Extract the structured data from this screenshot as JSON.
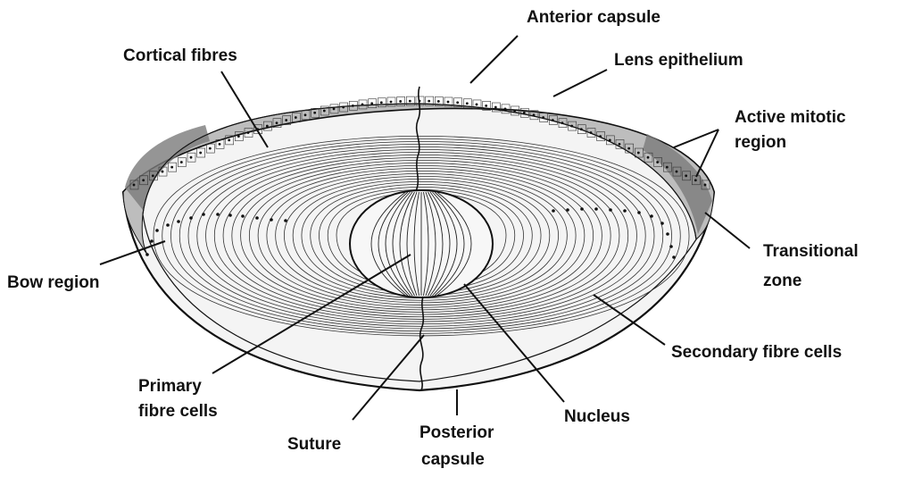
{
  "labels": {
    "anterior_capsule": "Anterior capsule",
    "cortical_fibres": "Cortical fibres",
    "lens_epithelium": "Lens epithelium",
    "active_mitotic_line1": "Active mitotic",
    "active_mitotic_line2": "region",
    "transitional_line1": "Transitional",
    "transitional_line2": "zone",
    "bow_region": "Bow region",
    "secondary_fibre_cells": "Secondary fibre cells",
    "primary_line1": "Primary",
    "primary_line2": "fibre cells",
    "suture": "Suture",
    "posterior_line1": "Posterior",
    "posterior_line2": "capsule",
    "nucleus": "Nucleus"
  },
  "colors": {
    "ink": "#111111",
    "fibre_fill": "#f4f4f4",
    "epithelium_fill": "#bdbdbd",
    "mitotic_fill": "#7a7a7a"
  }
}
